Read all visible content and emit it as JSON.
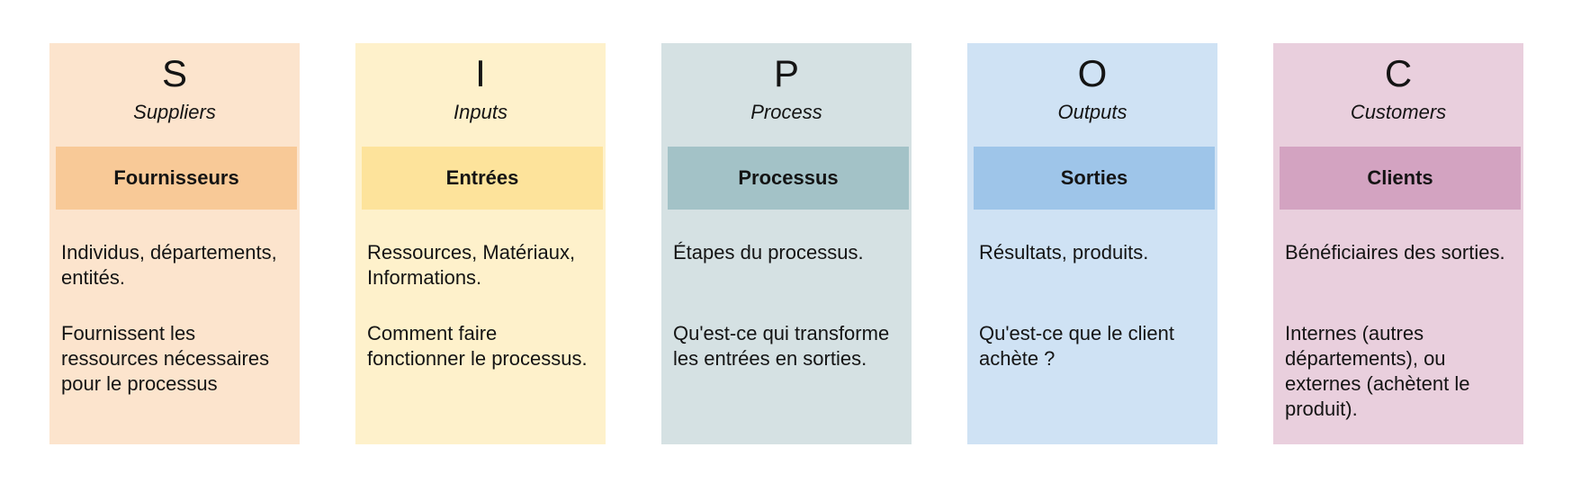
{
  "diagram_type": "SIPOC",
  "text_color": "#141414",
  "columns": [
    {
      "letter": "S",
      "english": "Suppliers",
      "header": "Fournisseurs",
      "paragraph1": "Individus, départements, entités.",
      "paragraph2": "Fournissent les ressources nécessaires pour le processus",
      "colors": {
        "background": "#FCE4CD",
        "band": "#F8C997"
      }
    },
    {
      "letter": "I",
      "english": "Inputs",
      "header": "Entrées",
      "paragraph1": "Ressources, Matériaux, Informations.",
      "paragraph2": "Comment faire fonctionner le processus.",
      "colors": {
        "background": "#FEF1CB",
        "band": "#FDE39B"
      }
    },
    {
      "letter": "P",
      "english": "Process",
      "header": "Processus",
      "paragraph1": "Étapes du processus.",
      "paragraph2": "Qu'est-ce qui transforme les entrées en sorties.",
      "colors": {
        "background": "#D5E1E3",
        "band": "#A3C2C7"
      }
    },
    {
      "letter": "O",
      "english": "Outputs",
      "header": "Sorties",
      "paragraph1": "Résultats, produits.",
      "paragraph2": "Qu'est-ce que le client achète ?",
      "colors": {
        "background": "#CFE2F4",
        "band": "#9EC5E9"
      }
    },
    {
      "letter": "C",
      "english": "Customers",
      "header": "Clients",
      "paragraph1": "Bénéficiaires des sorties.",
      "paragraph2": "Internes (autres départements), ou externes (achètent le produit).",
      "colors": {
        "background": "#E9CFDD",
        "band": "#D3A3C1"
      }
    }
  ]
}
